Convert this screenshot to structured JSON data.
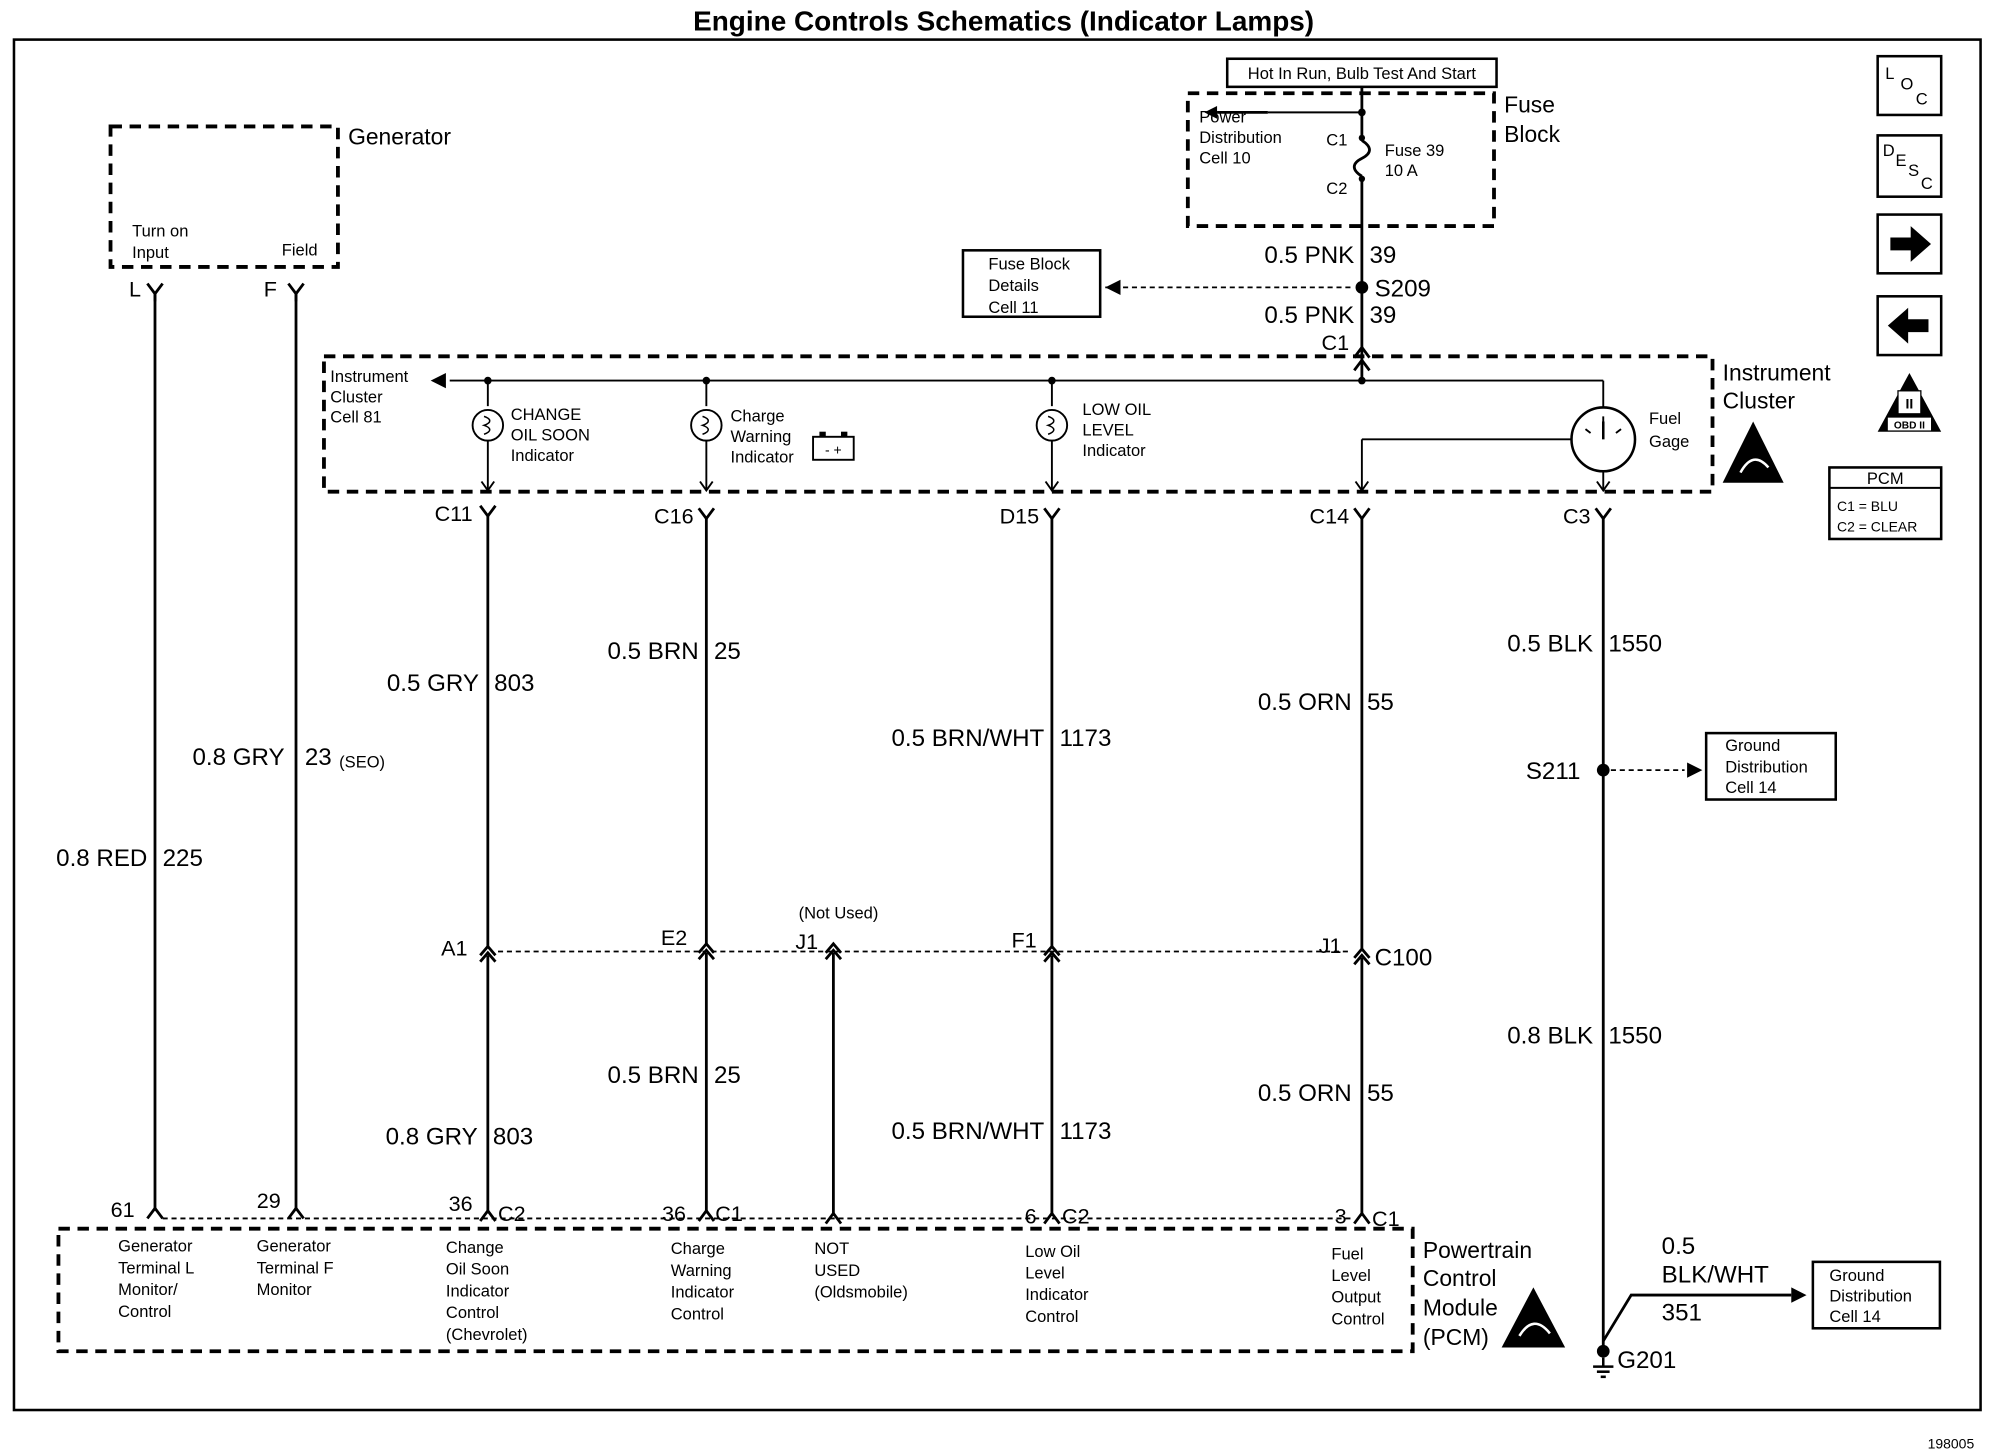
{
  "title": "Engine Controls Schematics (Indicator Lamps)",
  "figure_id": "198005",
  "nav": {
    "loc_parts": [
      "L",
      "O",
      "C"
    ],
    "desc_parts": [
      "D",
      "E",
      "S",
      "C"
    ],
    "obd_label": "OBD II",
    "pcm_legend": {
      "title": "PCM",
      "c1": "C1 = BLU",
      "c2": "C2 = CLEAR"
    }
  },
  "fuse_block": {
    "hot_label": "Hot In Run, Bulb Test And Start",
    "name_lines": [
      "Fuse",
      "Block"
    ],
    "power_ref": [
      "Power",
      "Distribution",
      "Cell 10"
    ],
    "c1": "C1",
    "c2": "C2",
    "fuse_lines": [
      "Fuse 39",
      "10 A"
    ],
    "details_ref": [
      "Fuse Block",
      "Details",
      "Cell 11"
    ],
    "wire_top": {
      "gauge": "0.5 PNK",
      "circuit": "39"
    },
    "splice": "S209",
    "wire_bottom": {
      "gauge": "0.5 PNK",
      "circuit": "39"
    },
    "cluster_conn": "C1"
  },
  "generator": {
    "name": "Generator",
    "turn_on": [
      "Turn on",
      "Input"
    ],
    "field": "Field",
    "term_l": "L",
    "term_f": "F"
  },
  "instrument_cluster": {
    "name_lines": [
      "Instrument",
      "Cluster"
    ],
    "ref": [
      "Instrument",
      "Cluster",
      "Cell 81"
    ],
    "change_oil": [
      "CHANGE",
      "OIL SOON",
      "Indicator"
    ],
    "charge": [
      "Charge",
      "Warning",
      "Indicator"
    ],
    "low_oil": [
      "LOW OIL",
      "LEVEL",
      "Indicator"
    ],
    "fuel_gage": [
      "Fuel",
      "Gage"
    ],
    "connectors": [
      "C11",
      "C16",
      "D15",
      "C14",
      "C3"
    ]
  },
  "wires_upper": [
    {
      "gauge": "0.8 RED",
      "circuit": "225"
    },
    {
      "gauge": "0.8 GRY",
      "circuit": "23",
      "note": "(SEO)"
    },
    {
      "gauge": "0.5 GRY",
      "circuit": "803"
    },
    {
      "gauge": "0.5 BRN",
      "circuit": "25"
    },
    {
      "gauge": "0.5 BRN/WHT",
      "circuit": "1173"
    },
    {
      "gauge": "0.5 ORN",
      "circuit": "55"
    },
    {
      "gauge": "0.5 BLK",
      "circuit": "1550"
    }
  ],
  "ground_splice": {
    "splice": "S211",
    "ref": [
      "Ground",
      "Distribution",
      "Cell 14"
    ]
  },
  "c100": {
    "name": "C100",
    "not_used": "(Not Used)",
    "pins": [
      "A1",
      "E2",
      "J1",
      "F1",
      "J1"
    ]
  },
  "wires_lower": [
    {
      "gauge": "0.8 GRY",
      "circuit": "803"
    },
    {
      "gauge": "0.5 BRN",
      "circuit": "25"
    },
    {
      "gauge": "0.5 BRN/WHT",
      "circuit": "1173"
    },
    {
      "gauge": "0.5 ORN",
      "circuit": "55"
    },
    {
      "gauge": "0.8 BLK",
      "circuit": "1550"
    }
  ],
  "pcm": {
    "name_lines": [
      "Powertrain",
      "Control",
      "Module",
      "(PCM)"
    ],
    "pins": [
      {
        "pin": "61",
        "conn": "",
        "label": [
          "Generator",
          "Terminal L",
          "Monitor/",
          "Control"
        ]
      },
      {
        "pin": "29",
        "conn": "",
        "label": [
          "Generator",
          "Terminal F",
          "Monitor"
        ]
      },
      {
        "pin": "36",
        "conn": "C2",
        "label": [
          "Change",
          "Oil Soon",
          "Indicator",
          "Control",
          "(Chevrolet)"
        ]
      },
      {
        "pin": "36",
        "conn": "C1",
        "label": [
          "Charge",
          "Warning",
          "Indicator",
          "Control"
        ]
      },
      {
        "pin": "",
        "conn": "",
        "label": [
          "NOT",
          "USED",
          "(Oldsmobile)"
        ]
      },
      {
        "pin": "6",
        "conn": "C2",
        "label": [
          "Low Oil",
          "Level",
          "Indicator",
          "Control"
        ]
      },
      {
        "pin": "3",
        "conn": "C1",
        "label": [
          "Fuel",
          "Level",
          "Output",
          "Control"
        ]
      }
    ]
  },
  "ground": {
    "gauge_lines": [
      "0.5",
      "BLK/WHT"
    ],
    "circuit": "351",
    "ref": [
      "Ground",
      "Distribution",
      "Cell 14"
    ],
    "point": "G201"
  }
}
